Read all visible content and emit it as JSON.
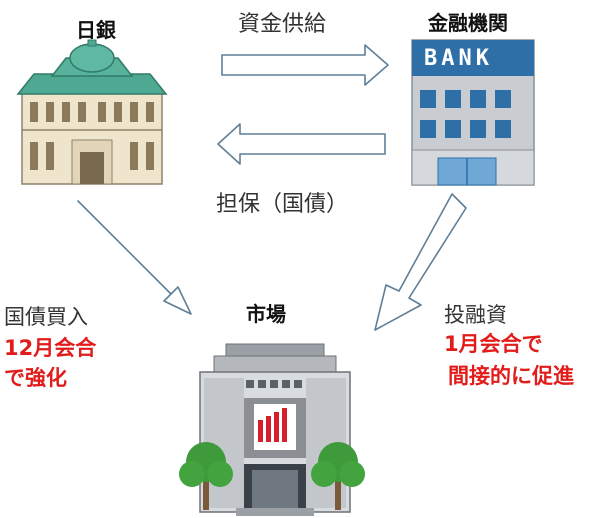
{
  "nodes": {
    "boj": {
      "label": "日銀"
    },
    "banks": {
      "label": "金融機関",
      "sign": "BANK"
    },
    "market": {
      "label": "市場"
    }
  },
  "edges": {
    "funds_supply": {
      "label": "資金供給"
    },
    "collateral": {
      "label": "担保（国債）"
    },
    "jgb_purchase": {
      "label": "国債買入",
      "note_line1": "12月会合",
      "note_line2": "で強化"
    },
    "investment_lending": {
      "label": "投融資",
      "note_line1": "1月会合で",
      "note_line2": "間接的に促進"
    }
  },
  "colors": {
    "accent_red": "#e21b1b",
    "arrow_stroke": "#5f7f97",
    "roof_green": "#4fa892",
    "bank_blue": "#2f6fa8"
  }
}
